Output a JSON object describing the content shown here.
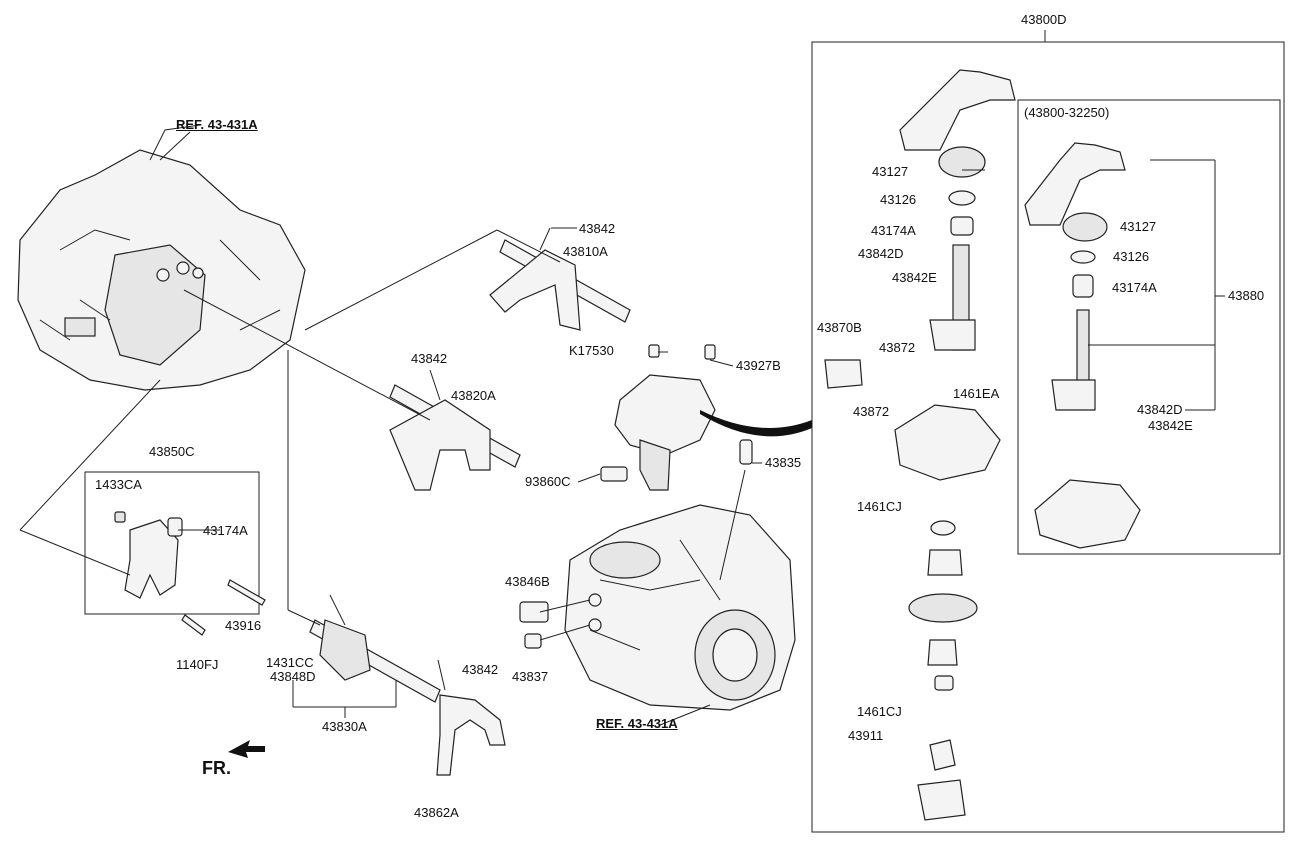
{
  "references": {
    "ref_top": "REF. 43-431A",
    "ref_bottom": "REF. 43-431A"
  },
  "direction_label": "FR.",
  "assembly": {
    "main_number": "43800D",
    "sub_number": "(43800-32250)",
    "sub_assembly": "43880"
  },
  "parts": {
    "p43842_a": "43842",
    "p43810A": "43810A",
    "p43842_b": "43842",
    "p43820A": "43820A",
    "pK17530": "K17530",
    "p43927B": "43927B",
    "p93860C": "93860C",
    "p43835": "43835",
    "p43850C": "43850C",
    "p1433CA": "1433CA",
    "p43174A_left": "43174A",
    "p43916": "43916",
    "p1140FJ": "1140FJ",
    "p1431CC": "1431CC",
    "p43848D": "43848D",
    "p43830A": "43830A",
    "p43842_c": "43842",
    "p43862A": "43862A",
    "p43846B": "43846B",
    "p43837": "43837",
    "p43127_main": "43127",
    "p43126_main": "43126",
    "p43174A_main": "43174A",
    "p43842D_main": "43842D",
    "p43842E_main": "43842E",
    "p43870B": "43870B",
    "p43872_top": "43872",
    "p43872_bottom": "43872",
    "p1461EA": "1461EA",
    "p1461CJ_top": "1461CJ",
    "p1461CJ_bottom": "1461CJ",
    "p43911": "43911",
    "p43127_sub": "43127",
    "p43126_sub": "43126",
    "p43174A_sub": "43174A",
    "p43842D_sub": "43842D",
    "p43842E_sub": "43842E"
  }
}
